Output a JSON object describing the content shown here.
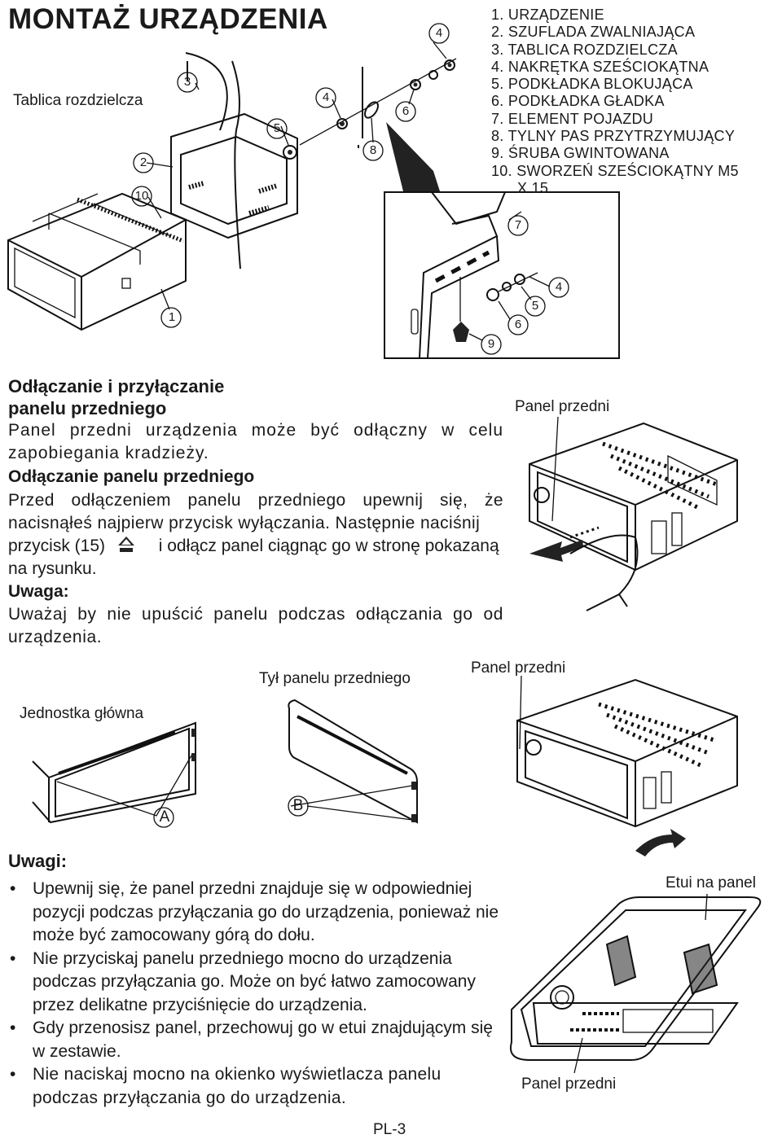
{
  "page": {
    "title": "MONTAŻ URZĄDZENIA",
    "page_number": "PL-3"
  },
  "mounting_diagram": {
    "label_dashboard": "Tablica rozdzielcza",
    "callouts": [
      "1",
      "2",
      "3",
      "4",
      "5",
      "6",
      "7",
      "8",
      "9",
      "10"
    ],
    "parts_list": [
      "1.  URZĄDZENIE",
      "2.  SZUFLADA ZWALNIAJĄCA",
      "3.  TABLICA ROZDZIELCZA",
      "4.  NAKRĘTKA SZEŚCIOKĄTNA",
      "5.  PODKŁADKA BLOKUJĄCA",
      "6.  PODKŁADKA GŁADKA",
      "7.  ELEMENT POJAZDU",
      "8.  TYLNY PAS PRZYTRZYMUJĄCY",
      "9.  ŚRUBA GWINTOWANA",
      "10. SWORZEŃ SZEŚCIOKĄTNY M5",
      "X 15"
    ]
  },
  "detach_section": {
    "heading_line1": "Odłączanie i przyłączanie",
    "heading_line2": "panelu przedniego",
    "intro": "Panel przedni urządzenia może być odłączny w celu zapobiegania kradzieży.",
    "subheading": "Odłączanie panelu przedniego",
    "para1": "Przed odłączeniem panelu przedniego upewnij się, że nacisnąłeś najpierw przycisk wyłączania. Następnie naciśnij",
    "para2_before_icon": "przycisk (15)",
    "para2_after_icon": "i odłącz panel ciągnąc go w stronę pokazaną",
    "para3": "na rysunku.",
    "note_heading": "Uwaga:",
    "note_text": "Uważaj by nie upuścić panelu podczas odłączania go od urządzenia.",
    "figure_label": "Panel przedni"
  },
  "attach_section": {
    "label_main_unit": "Jednostka główna",
    "label_panel_back": "Tył panelu przedniego",
    "label_front_panel": "Panel przedni",
    "marker_a": "A",
    "marker_b": "B"
  },
  "notes_section": {
    "heading": "Uwagi:",
    "bullets": [
      "Upewnij się, że panel przedni znajduje się w odpowiedniej pozycji podczas przyłączania go do urządzenia, ponieważ nie może być zamocowany górą do dołu.",
      "Nie przyciskaj panelu przedniego mocno do urządzenia podczas przyłączania go. Może on być łatwo zamocowany przez delikatne przyciśnięcie do urządzenia.",
      "Gdy przenosisz panel, przechowuj go w etui znajdującym się w zestawie.",
      "Nie naciskaj mocno na okienko wyświetlacza panelu podczas przyłączania go do urządzenia."
    ],
    "case_label": "Etui na panel",
    "case_panel_label": "Panel przedni"
  }
}
